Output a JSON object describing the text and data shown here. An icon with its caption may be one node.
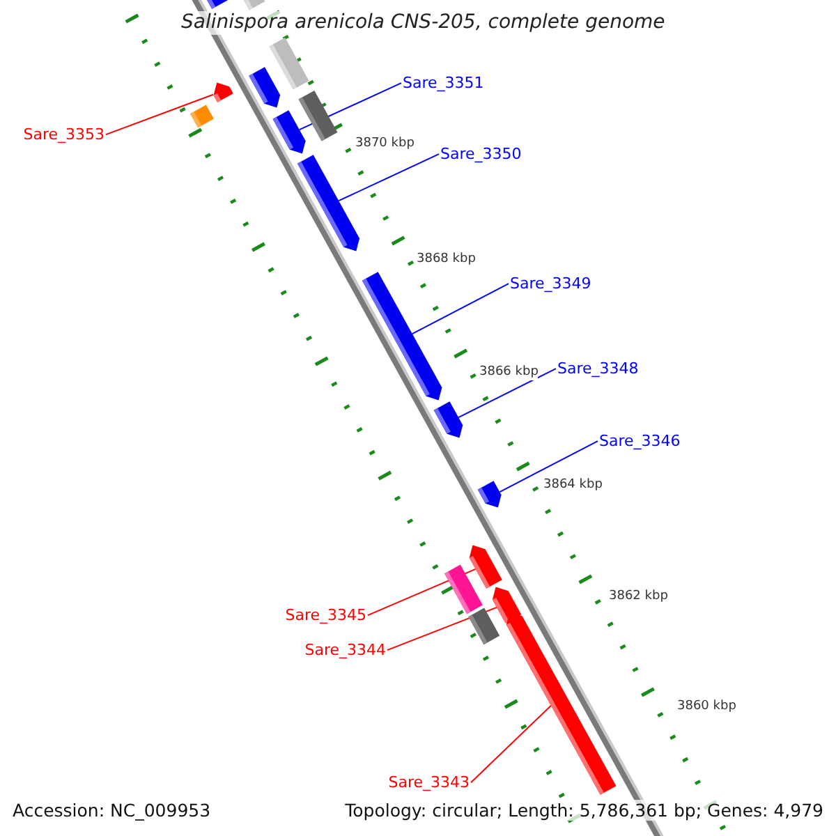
{
  "diagram": {
    "title": "Salinispora arenicola CNS-205, complete genome",
    "nodes": [
      {
        "text": [
          "Sare_3351"
        ]
      },
      {
        "text": [
          "Sare_3353"
        ]
      },
      {
        "text": [
          "Sare_3350"
        ]
      },
      {
        "text": [
          "Sare_3349"
        ]
      },
      {
        "text": [
          "Sare_3348"
        ]
      },
      {
        "text": [
          "Sare_3346"
        ]
      },
      {
        "text": [
          "Sare_3345"
        ]
      },
      {
        "text": [
          "Sare_3344"
        ]
      },
      {
        "text": [
          "Sare_3343"
        ]
      },
      {
        "text": [],
        "shape": "bar"
      },
      {
        "text": [],
        "shape": "box"
      },
      {
        "text": [],
        "shape": "box"
      },
      {
        "text": [],
        "shape": "bar"
      },
      {
        "text": [],
        "shape": "bar"
      },
      {
        "text": [],
        "shape": "box"
      },
      {
        "text": [],
        "shape": "box"
      },
      {
        "text": [],
        "shape": "bar"
      },
      {
        "text": [],
        "shape": "bar"
      },
      {
        "text": [],
        "shape": "bar"
      },
      {
        "text": [],
        "shape": "bar"
      },
      {
        "text": [],
        "shape": "bar"
      },
      {
        "text": [],
        "shape": "bar"
      },
      {
        "text": [],
        "shape": "box"
      },
      {
        "text": [],
        "shape": "bar"
      },
      {
        "text": [],
        "shape": "box"
      },
      {
        "text": [],
        "shape": "bar"
      }
    ],
    "edges": [
      {
        "from": 0,
        "to": 16,
        "arrow": "none"
      },
      {
        "from": 1,
        "to": 12,
        "arrow": "none",
        "color": "#ff0000"
      },
      {
        "from": 2,
        "to": 17,
        "arrow": "none"
      },
      {
        "from": 3,
        "to": 18,
        "arrow": "none"
      },
      {
        "from": 4,
        "to": 19,
        "arrow": "none"
      },
      {
        "from": 5,
        "to": 20,
        "arrow": "none"
      },
      {
        "from": 6,
        "to": 21,
        "arrow": "none",
        "color": "#ff0000"
      },
      {
        "from": 7,
        "to": 23,
        "arrow": "none",
        "color": "#ff0000"
      },
      {
        "from": 8,
        "to": 25,
        "arrow": "none",
        "color": "#ff0000"
      }
    ],
    "labels": [
      "3870 kbp",
      "3868 kbp",
      "3866 kbp",
      "3864 kbp",
      "3862 kbp",
      "3860 kbp",
      "Accession: NC_009953",
      "Topology: circular; Length: 5,786,361 bp; Genes: 4,979"
    ]
  }
}
